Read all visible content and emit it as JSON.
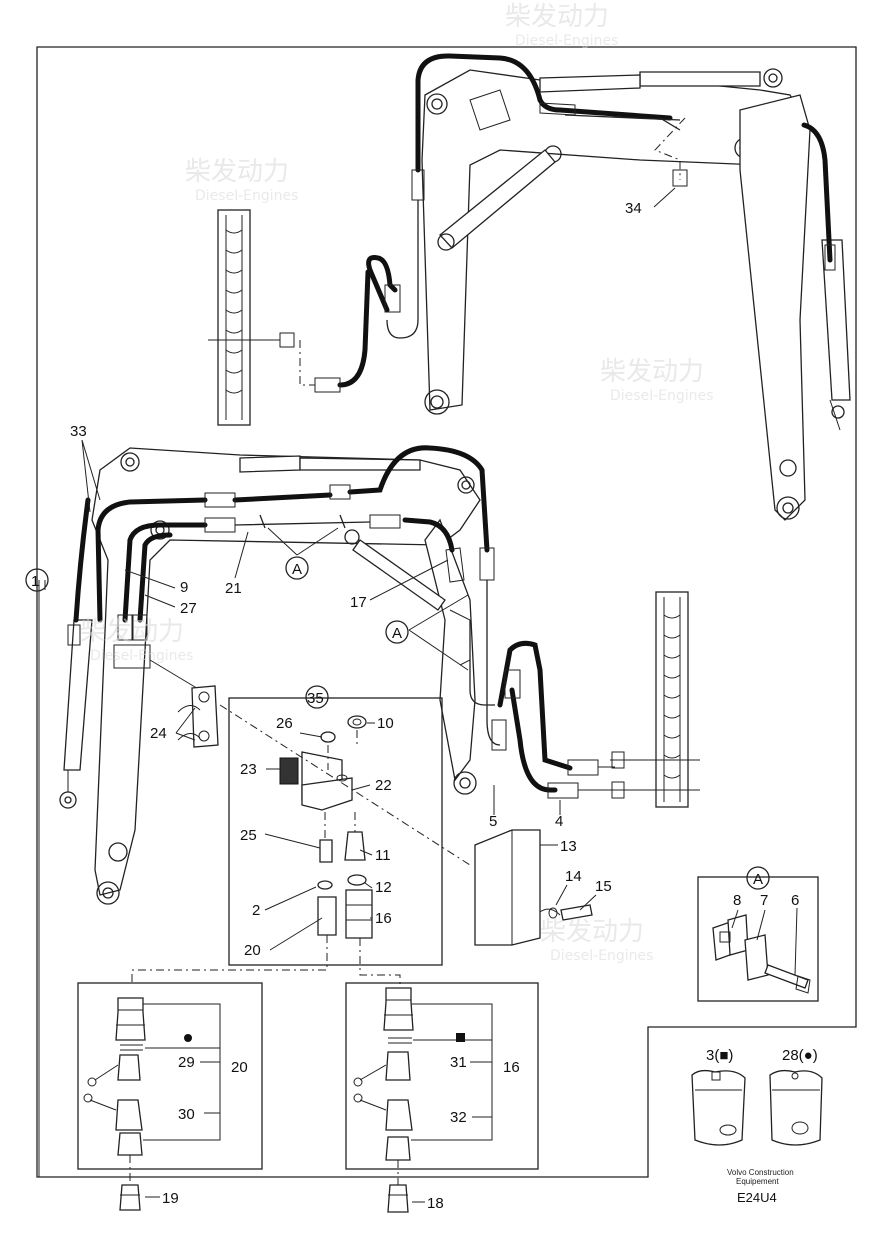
{
  "labels": {
    "p1": "1",
    "p2": "2",
    "p3": "3(■)",
    "p4": "4",
    "p5": "5",
    "p6": "6",
    "p7": "7",
    "p8": "8",
    "p9": "9",
    "p10": "10",
    "p11": "11",
    "p12": "12",
    "p13": "13",
    "p14": "14",
    "p15": "15",
    "p16": "16",
    "p16b": "16",
    "p17": "17",
    "p18": "18",
    "p19": "19",
    "p20": "20",
    "p20b": "20",
    "p21": "21",
    "p22": "22",
    "p23": "23",
    "p24": "24",
    "p25": "25",
    "p26": "26",
    "p27": "27",
    "p28": "28(●)",
    "p29": "29",
    "p30": "30",
    "p31": "31",
    "p32": "32",
    "p33": "33",
    "p34": "34",
    "p35": "35",
    "a1": "A",
    "a2": "A",
    "a3": "A"
  },
  "footer": {
    "brand_line1": "Volvo Construction",
    "brand_line2": "Equipement",
    "code": "E24U4"
  },
  "watermark": {
    "cn": "柴发动力",
    "en": "Diesel-Engines"
  }
}
